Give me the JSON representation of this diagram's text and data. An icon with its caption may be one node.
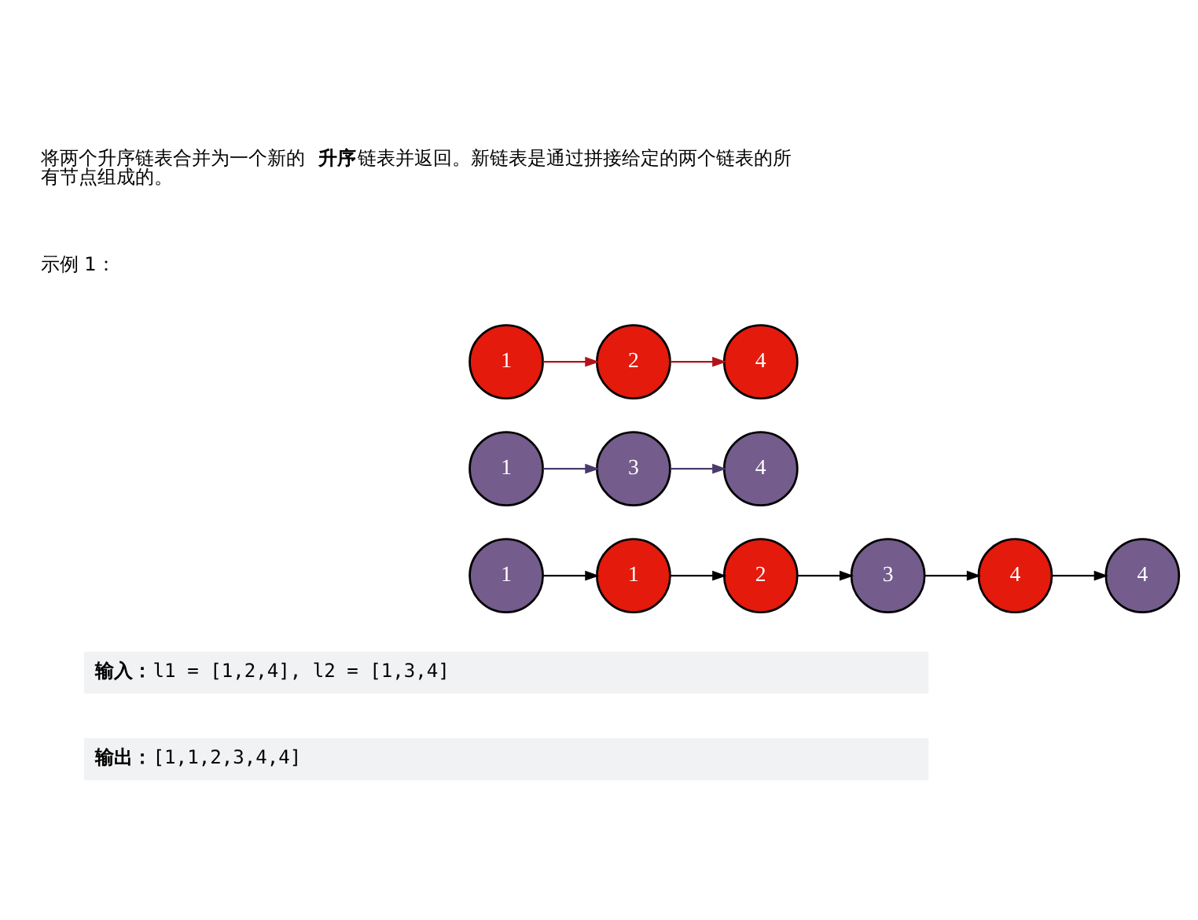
{
  "diagram": {
    "nodes": [
      {
        "text": [
          "1"
        ]
      },
      {
        "text": [
          "2"
        ]
      },
      {
        "text": [
          "4"
        ]
      },
      {
        "text": [
          "1"
        ]
      },
      {
        "text": [
          "3"
        ]
      },
      {
        "text": [
          "4"
        ]
      },
      {
        "text": [
          "1"
        ]
      },
      {
        "text": [
          "1"
        ]
      },
      {
        "text": [
          "2"
        ]
      },
      {
        "text": [
          "3"
        ]
      },
      {
        "text": [
          "4"
        ]
      },
      {
        "text": [
          "4"
        ]
      }
    ],
    "edges": [
      {
        "from": 0,
        "to": 1,
        "arrow": "to",
        "color": "#b0141a"
      },
      {
        "from": 1,
        "to": 2,
        "arrow": "to",
        "color": "#b0141a"
      },
      {
        "from": 3,
        "to": 4,
        "arrow": "to",
        "color": "#4b3a6b"
      },
      {
        "from": 4,
        "to": 5,
        "arrow": "to",
        "color": "#4b3a6b"
      },
      {
        "from": 6,
        "to": 7,
        "arrow": "to"
      },
      {
        "from": 7,
        "to": 8,
        "arrow": "to"
      },
      {
        "from": 8,
        "to": 9,
        "arrow": "to"
      },
      {
        "from": 9,
        "to": 10,
        "arrow": "to"
      },
      {
        "from": 10,
        "to": 11,
        "arrow": "to"
      }
    ],
    "labels": [
      "将两个升序链表合并为一个新的 **升序** 链表并返回。新链表是通过拼接给定的两个链表的所有节点组成的。",
      "示例 1：",
      "**输入：**l1 = [1,2,4], l2 = [1,3,4]",
      "**输出：**[1,1,2,3,4,4]"
    ]
  }
}
